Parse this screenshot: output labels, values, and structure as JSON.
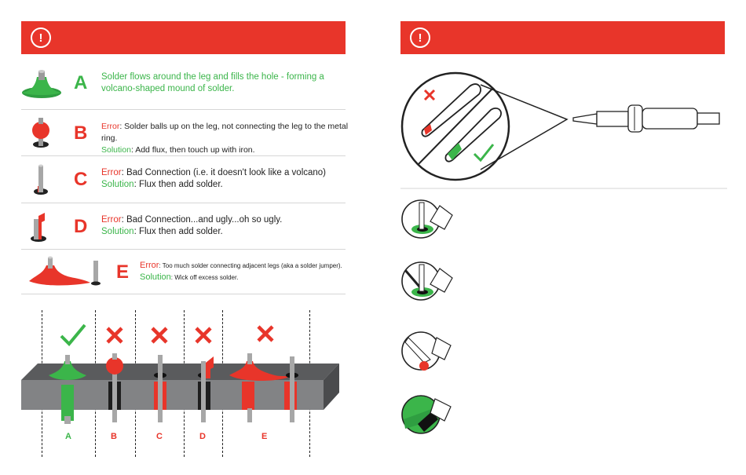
{
  "left_panel": {
    "alert_icon": "exclamation-circle-icon",
    "rows": [
      {
        "letter": "A",
        "text": "Solder flows around the leg and fills the hole - forming a volcano-shaped mound of solder."
      },
      {
        "letter": "B",
        "error_label": "Error",
        "error_text": ": Solder balls up on the leg, not connecting the leg to the metal ring.",
        "solution_label": "Solution",
        "solution_text": ": Add flux, then touch up with iron."
      },
      {
        "letter": "C",
        "error_label": "Error",
        "error_text": ": Bad Connection (i.e. it doesn't look like a volcano)",
        "solution_label": "Solution",
        "solution_text": ": Flux then add solder."
      },
      {
        "letter": "D",
        "error_label": "Error",
        "error_text": ": Bad Connection...and ugly...oh so ugly.",
        "solution_label": "Solution",
        "solution_text": ": Flux then add solder."
      },
      {
        "letter": "E",
        "error_label": "Error",
        "error_text": ": Too much solder connecting adjacent legs (aka a solder jumper).",
        "solution_label": "Solution",
        "solution_text": ": Wick off excess solder."
      }
    ],
    "board_labels": [
      "A",
      "B",
      "C",
      "D",
      "E"
    ]
  },
  "right_panel": {
    "alert_icon": "exclamation-circle-icon"
  },
  "colors": {
    "accent_red": "#e8352a",
    "solder_green": "#3bb54a",
    "board_gray": "#6d6e70"
  }
}
